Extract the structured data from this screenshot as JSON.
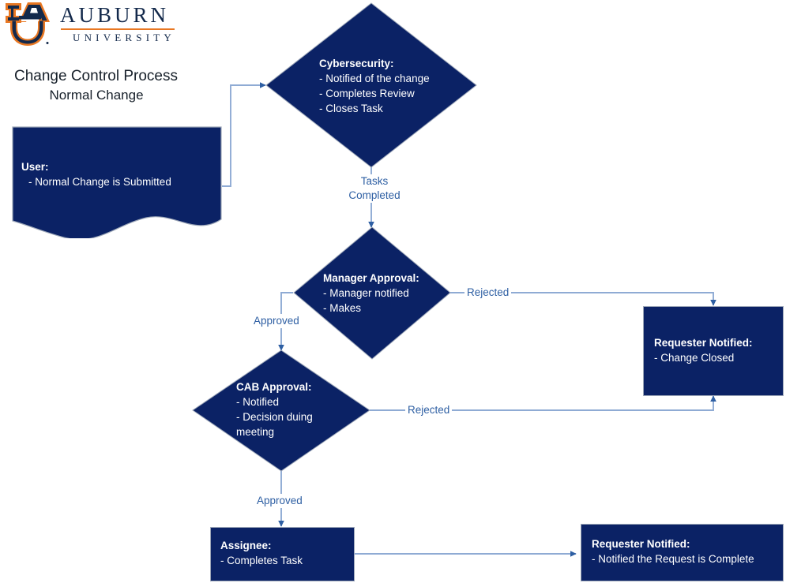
{
  "brand": {
    "logo_icon": "auburn-au-interlock-icon",
    "wordmark": "AUBURN",
    "sub_wordmark": "UNIVERSITY",
    "navy": "#0B2265",
    "orange": "#E87722",
    "logo_navy": "#13294B"
  },
  "title": {
    "main": "Change Control Process",
    "sub": "Normal Change"
  },
  "colors": {
    "shape_fill": "#0B2265",
    "shape_stroke": "#9DA7B8",
    "shape_text": "#FFFFFF",
    "edge_line": "#8FABD4",
    "edge_arrow": "#2E5FA3",
    "edge_label_text": "#2E5FA3",
    "title_text": "#17202A"
  },
  "nodes": {
    "user": {
      "shape": "document",
      "heading": "User:",
      "lines": [
        "- Normal Change is Submitted"
      ]
    },
    "cybersecurity": {
      "shape": "diamond",
      "heading": "Cybersecurity:",
      "lines": [
        "- Notified of the change",
        "- Completes Review",
        "- Closes Task"
      ]
    },
    "manager_approval": {
      "shape": "diamond",
      "heading": "Manager Approval:",
      "lines": [
        "- Manager notified",
        "- Makes"
      ]
    },
    "cab_approval": {
      "shape": "diamond",
      "heading": "CAB Approval:",
      "lines": [
        "- Notified",
        "- Decision duing",
        "   meeting"
      ]
    },
    "requester_notified_closed": {
      "shape": "rectangle",
      "heading": "Requester Notified:",
      "lines": [
        "- Change Closed"
      ]
    },
    "assignee": {
      "shape": "rectangle",
      "heading": "Assignee:",
      "lines": [
        "- Completes Task"
      ]
    },
    "requester_notified_complete": {
      "shape": "rectangle",
      "heading": "Requester Notified:",
      "lines": [
        "- Notified the Request is Complete"
      ]
    }
  },
  "edges": [
    {
      "id": "user-to-cyber",
      "from": "user",
      "to": "cybersecurity",
      "label": ""
    },
    {
      "id": "cyber-to-manager",
      "from": "cybersecurity",
      "to": "manager_approval",
      "label_line1": "Tasks",
      "label_line2": "Completed"
    },
    {
      "id": "manager-approved",
      "from": "manager_approval",
      "to": "cab_approval",
      "label": "Approved"
    },
    {
      "id": "manager-rejected",
      "from": "manager_approval",
      "to": "requester_notified_closed",
      "label": "Rejected"
    },
    {
      "id": "cab-rejected",
      "from": "cab_approval",
      "to": "requester_notified_closed",
      "label": "Rejected"
    },
    {
      "id": "cab-approved",
      "from": "cab_approval",
      "to": "assignee",
      "label": "Approved"
    },
    {
      "id": "assignee-to-requester",
      "from": "assignee",
      "to": "requester_notified_complete",
      "label": ""
    }
  ]
}
